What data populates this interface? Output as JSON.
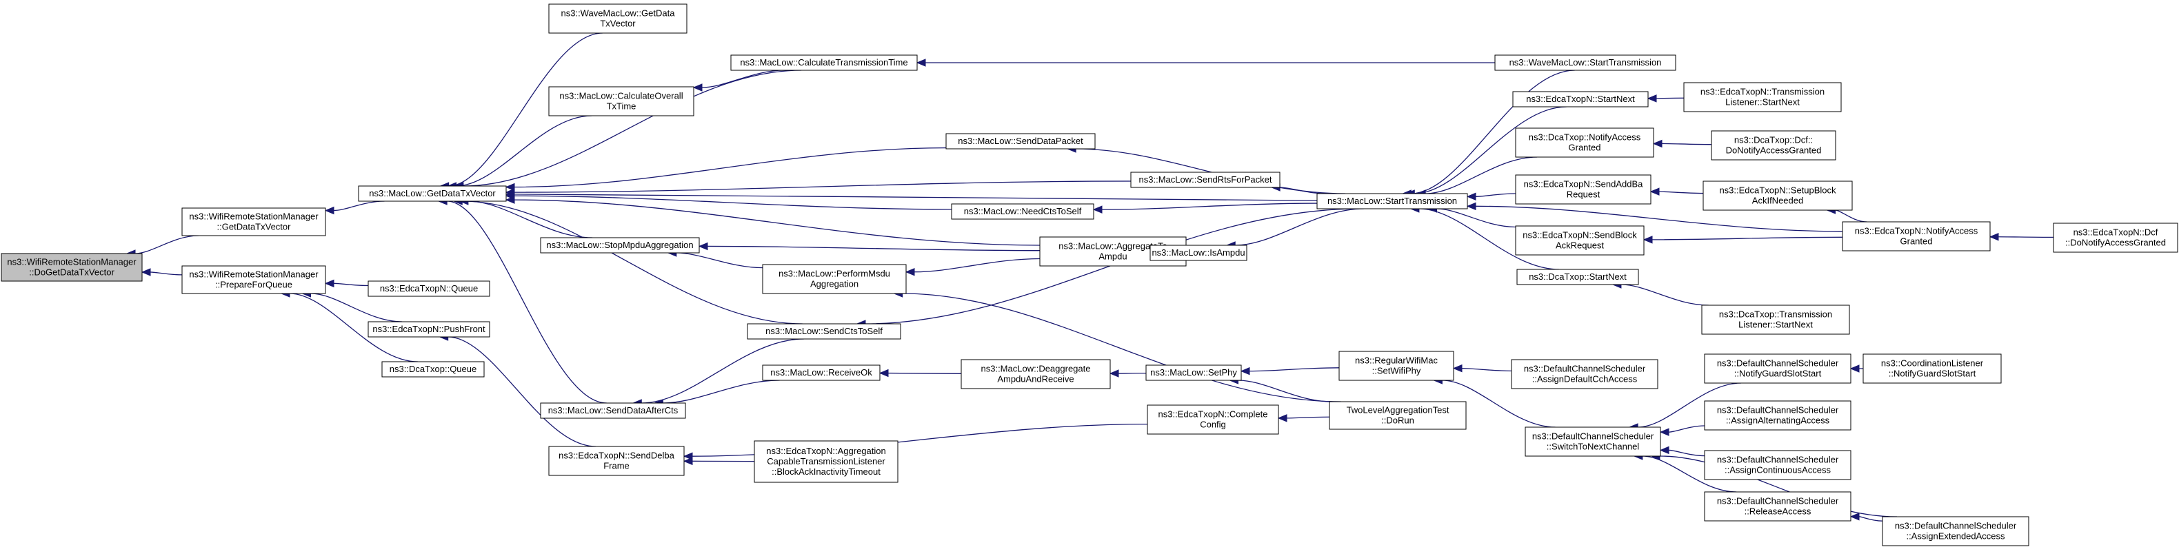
{
  "colors": {
    "edge": "#191970",
    "focus_fill": "#bfbfbf",
    "node_fill": "#ffffff",
    "node_border": "#000000"
  },
  "nodes": [
    {
      "id": "n0",
      "lines": [
        "ns3::WifiRemoteStationManager",
        "::DoGetDataTxVector"
      ],
      "focus": true
    },
    {
      "id": "n1",
      "lines": [
        "ns3::WifiRemoteStationManager",
        "::GetDataTxVector"
      ]
    },
    {
      "id": "n2",
      "lines": [
        "ns3::WifiRemoteStationManager",
        "::PrepareForQueue"
      ]
    },
    {
      "id": "n3",
      "lines": [
        "ns3::MacLow::GetDataTxVector"
      ]
    },
    {
      "id": "n4",
      "lines": [
        "ns3::EdcaTxopN::Queue"
      ]
    },
    {
      "id": "n5",
      "lines": [
        "ns3::EdcaTxopN::PushFront"
      ]
    },
    {
      "id": "n6",
      "lines": [
        "ns3::DcaTxop::Queue"
      ]
    },
    {
      "id": "n7",
      "lines": [
        "ns3::WaveMacLow::GetData",
        "TxVector"
      ]
    },
    {
      "id": "n8",
      "lines": [
        "ns3::MacLow::CalculateOverall",
        "TxTime"
      ]
    },
    {
      "id": "n9",
      "lines": [
        "ns3::MacLow::CalculateTransmissionTime"
      ]
    },
    {
      "id": "n10",
      "lines": [
        "ns3::MacLow::StopMpduAggregation"
      ]
    },
    {
      "id": "n11",
      "lines": [
        "ns3::MacLow::SendDataAfterCts"
      ]
    },
    {
      "id": "n12",
      "lines": [
        "ns3::EdcaTxopN::SendDelba",
        "Frame"
      ]
    },
    {
      "id": "n13",
      "lines": [
        "ns3::MacLow::SendDataPacket"
      ]
    },
    {
      "id": "n14",
      "lines": [
        "ns3::MacLow::SendRtsForPacket"
      ]
    },
    {
      "id": "n15",
      "lines": [
        "ns3::MacLow::NeedCtsToSelf"
      ]
    },
    {
      "id": "n16",
      "lines": [
        "ns3::MacLow::PerformMsdu",
        "Aggregation"
      ]
    },
    {
      "id": "n17",
      "lines": [
        "ns3::MacLow::SendCtsToSelf"
      ]
    },
    {
      "id": "n18",
      "lines": [
        "ns3::MacLow::ReceiveOk"
      ]
    },
    {
      "id": "n19",
      "lines": [
        "ns3::EdcaTxopN::Aggregation",
        "CapableTransmissionListener",
        "::BlockAckInactivityTimeout"
      ]
    },
    {
      "id": "n20",
      "lines": [
        "ns3::MacLow::AggregateTo",
        "Ampdu"
      ]
    },
    {
      "id": "n21",
      "lines": [
        "ns3::MacLow::Deaggregate",
        "AmpduAndReceive"
      ]
    },
    {
      "id": "n22",
      "lines": [
        "ns3::MacLow::IsAmpdu"
      ]
    },
    {
      "id": "n23",
      "lines": [
        "ns3::MacLow::SetPhy"
      ]
    },
    {
      "id": "n24",
      "lines": [
        "ns3::EdcaTxopN::Complete",
        "Config"
      ]
    },
    {
      "id": "n25",
      "lines": [
        "ns3::MacLow::StartTransmission"
      ]
    },
    {
      "id": "n26",
      "lines": [
        "ns3::RegularWifiMac",
        "::SetWifiPhy"
      ]
    },
    {
      "id": "n27",
      "lines": [
        "TwoLevelAggregationTest",
        "::DoRun"
      ]
    },
    {
      "id": "n28",
      "lines": [
        "ns3::WaveMacLow::StartTransmission"
      ]
    },
    {
      "id": "n29",
      "lines": [
        "ns3::EdcaTxopN::StartNext"
      ]
    },
    {
      "id": "n30",
      "lines": [
        "ns3::DcaTxop::NotifyAccess",
        "Granted"
      ]
    },
    {
      "id": "n31",
      "lines": [
        "ns3::EdcaTxopN::SendAddBa",
        "Request"
      ]
    },
    {
      "id": "n32",
      "lines": [
        "ns3::EdcaTxopN::SendBlock",
        "AckRequest"
      ]
    },
    {
      "id": "n33",
      "lines": [
        "ns3::DcaTxop::StartNext"
      ]
    },
    {
      "id": "n34",
      "lines": [
        "ns3::DefaultChannelScheduler",
        "::AssignDefaultCchAccess"
      ]
    },
    {
      "id": "n35",
      "lines": [
        "ns3::DefaultChannelScheduler",
        "::SwitchToNextChannel"
      ]
    },
    {
      "id": "n36",
      "lines": [
        "ns3::EdcaTxopN::Transmission",
        "Listener::StartNext"
      ]
    },
    {
      "id": "n37",
      "lines": [
        "ns3::DcaTxop::Dcf::",
        "DoNotifyAccessGranted"
      ]
    },
    {
      "id": "n38",
      "lines": [
        "ns3::EdcaTxopN::SetupBlock",
        "AckIfNeeded"
      ]
    },
    {
      "id": "n39",
      "lines": [
        "ns3::DcaTxop::Transmission",
        "Listener::StartNext"
      ]
    },
    {
      "id": "n40",
      "lines": [
        "ns3::DefaultChannelScheduler",
        "::NotifyGuardSlotStart"
      ]
    },
    {
      "id": "n41",
      "lines": [
        "ns3::DefaultChannelScheduler",
        "::AssignAlternatingAccess"
      ]
    },
    {
      "id": "n42",
      "lines": [
        "ns3::DefaultChannelScheduler",
        "::AssignContinuousAccess"
      ]
    },
    {
      "id": "n43",
      "lines": [
        "ns3::DefaultChannelScheduler",
        "::ReleaseAccess"
      ]
    },
    {
      "id": "n44",
      "lines": [
        "ns3::EdcaTxopN::NotifyAccess",
        "Granted"
      ]
    },
    {
      "id": "n45",
      "lines": [
        "ns3::CoordinationListener",
        "::NotifyGuardSlotStart"
      ]
    },
    {
      "id": "n46",
      "lines": [
        "ns3::DefaultChannelScheduler",
        "::AssignExtendedAccess"
      ]
    },
    {
      "id": "n47",
      "lines": [
        "ns3::EdcaTxopN::Dcf",
        "::DoNotifyAccessGranted"
      ]
    }
  ],
  "edges": [
    [
      "n0",
      "n1"
    ],
    [
      "n0",
      "n2"
    ],
    [
      "n1",
      "n3"
    ],
    [
      "n2",
      "n4"
    ],
    [
      "n2",
      "n5"
    ],
    [
      "n2",
      "n6"
    ],
    [
      "n3",
      "n7"
    ],
    [
      "n3",
      "n8"
    ],
    [
      "n3",
      "n9"
    ],
    [
      "n3",
      "n10"
    ],
    [
      "n3",
      "n11"
    ],
    [
      "n3",
      "n13"
    ],
    [
      "n3",
      "n14"
    ],
    [
      "n3",
      "n15"
    ],
    [
      "n3",
      "n17"
    ],
    [
      "n3",
      "n20"
    ],
    [
      "n3",
      "n25"
    ],
    [
      "n5",
      "n12"
    ],
    [
      "n8",
      "n9"
    ],
    [
      "n9",
      "n28"
    ],
    [
      "n10",
      "n20"
    ],
    [
      "n10",
      "n16"
    ],
    [
      "n11",
      "n17"
    ],
    [
      "n11",
      "n18"
    ],
    [
      "n12",
      "n24"
    ],
    [
      "n12",
      "n19"
    ],
    [
      "n13",
      "n25"
    ],
    [
      "n14",
      "n25"
    ],
    [
      "n15",
      "n25"
    ],
    [
      "n16",
      "n20"
    ],
    [
      "n16",
      "n27"
    ],
    [
      "n17",
      "n25"
    ],
    [
      "n18",
      "n21"
    ],
    [
      "n20",
      "n22"
    ],
    [
      "n21",
      "n23"
    ],
    [
      "n22",
      "n25"
    ],
    [
      "n23",
      "n26"
    ],
    [
      "n23",
      "n27"
    ],
    [
      "n24",
      "n27"
    ],
    [
      "n25",
      "n28"
    ],
    [
      "n25",
      "n29"
    ],
    [
      "n25",
      "n30"
    ],
    [
      "n25",
      "n31"
    ],
    [
      "n25",
      "n32"
    ],
    [
      "n25",
      "n33"
    ],
    [
      "n25",
      "n44"
    ],
    [
      "n26",
      "n34"
    ],
    [
      "n26",
      "n35"
    ],
    [
      "n29",
      "n36"
    ],
    [
      "n30",
      "n37"
    ],
    [
      "n31",
      "n38"
    ],
    [
      "n32",
      "n44"
    ],
    [
      "n33",
      "n39"
    ],
    [
      "n35",
      "n40"
    ],
    [
      "n35",
      "n41"
    ],
    [
      "n35",
      "n42"
    ],
    [
      "n35",
      "n43"
    ],
    [
      "n35",
      "n46"
    ],
    [
      "n38",
      "n44"
    ],
    [
      "n40",
      "n45"
    ],
    [
      "n43",
      "n46"
    ],
    [
      "n44",
      "n47"
    ]
  ]
}
